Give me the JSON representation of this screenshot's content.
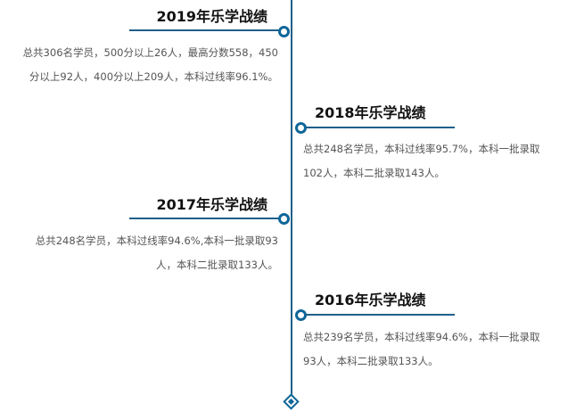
{
  "timeline": [
    {
      "title": "2019年乐学战绩",
      "lines": [
        "总共306名学员，500分以上26人，最高分数558，450",
        "分以上92人，400分以上209人，本科过线率96.1%。"
      ]
    },
    {
      "title": "2018年乐学战绩",
      "lines": [
        "总共248名学员，本科过线率95.7%，本科一批录取",
        "102人，本科二批录取143人。"
      ]
    },
    {
      "title": "2017年乐学战绩",
      "lines": [
        "总共248名学员，本科过线率94.6%,本科一批录取93",
        "人，本科二批录取133人。"
      ]
    },
    {
      "title": "2016年乐学战绩",
      "lines": [
        "总共239名学员，本科过线率94.6%，本科一批录取",
        "93人，本科二批录取133人。"
      ]
    }
  ]
}
